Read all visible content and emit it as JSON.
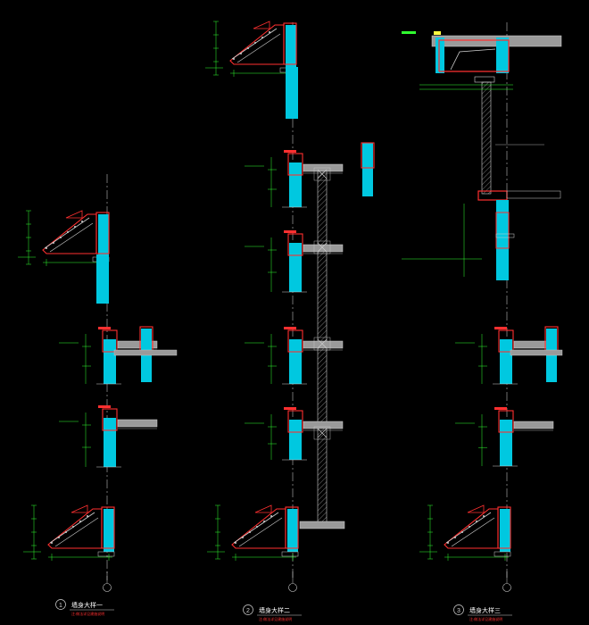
{
  "colors": {
    "background": "#000000",
    "line": "#d0d0d0",
    "concrete": "#00c8e0",
    "rebar": "#ff3030",
    "dimension": "#30ff30",
    "hatch": "#808080",
    "slab": "#a0a0a0",
    "label_white": "#ffffff",
    "accent_yellow": "#ffff40"
  },
  "titles": [
    {
      "number": "1",
      "label": "墙身大样一",
      "note": "注:做法详见建施说明"
    },
    {
      "number": "2",
      "label": "墙身大样二",
      "note": "注:做法详见建施说明"
    },
    {
      "number": "3",
      "label": "墙身大样三",
      "note": "注:做法详见建施说明"
    }
  ]
}
